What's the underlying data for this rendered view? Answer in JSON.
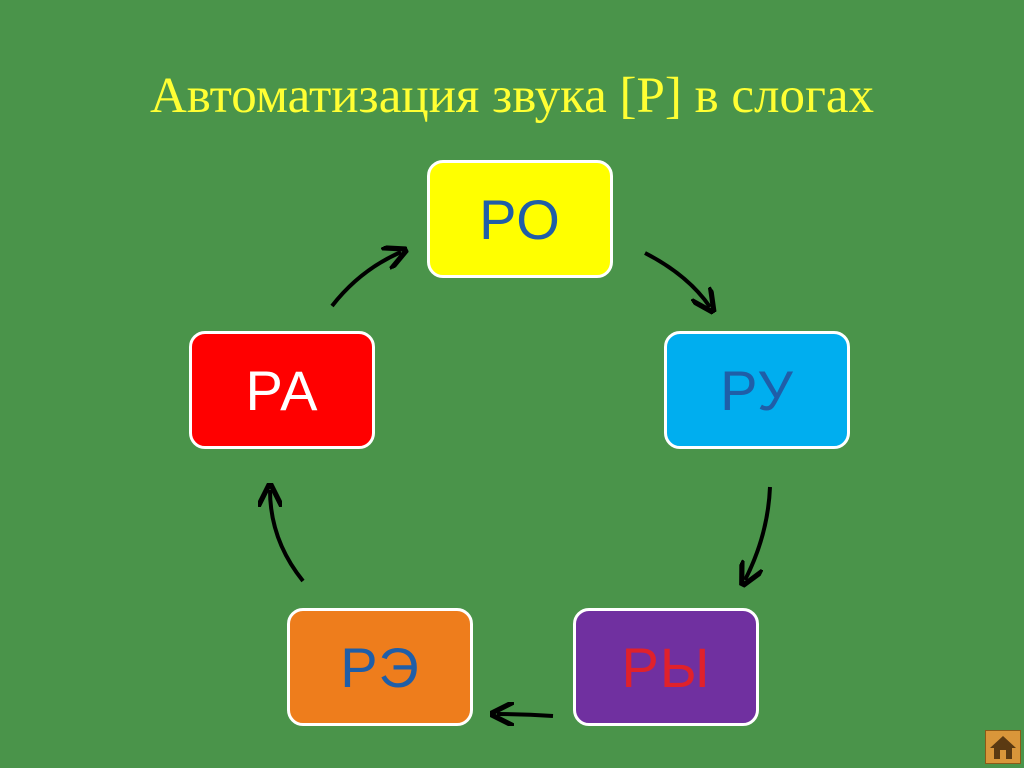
{
  "slide": {
    "title": "Автоматизация звука [Р] в слогах"
  },
  "syllables": {
    "ro": "РО",
    "ru": "РУ",
    "ry": "РЫ",
    "re": "РЭ",
    "ra": "РА"
  },
  "colors": {
    "background": "#4a944a",
    "title": "#ffff33",
    "ro_box": "#ffff00",
    "ru_box": "#00aeef",
    "ry_box": "#7030a0",
    "re_box": "#ee7d1c",
    "ra_box": "#ff0000",
    "arrow": "#000000"
  },
  "icons": {
    "nav": "home-icon"
  }
}
